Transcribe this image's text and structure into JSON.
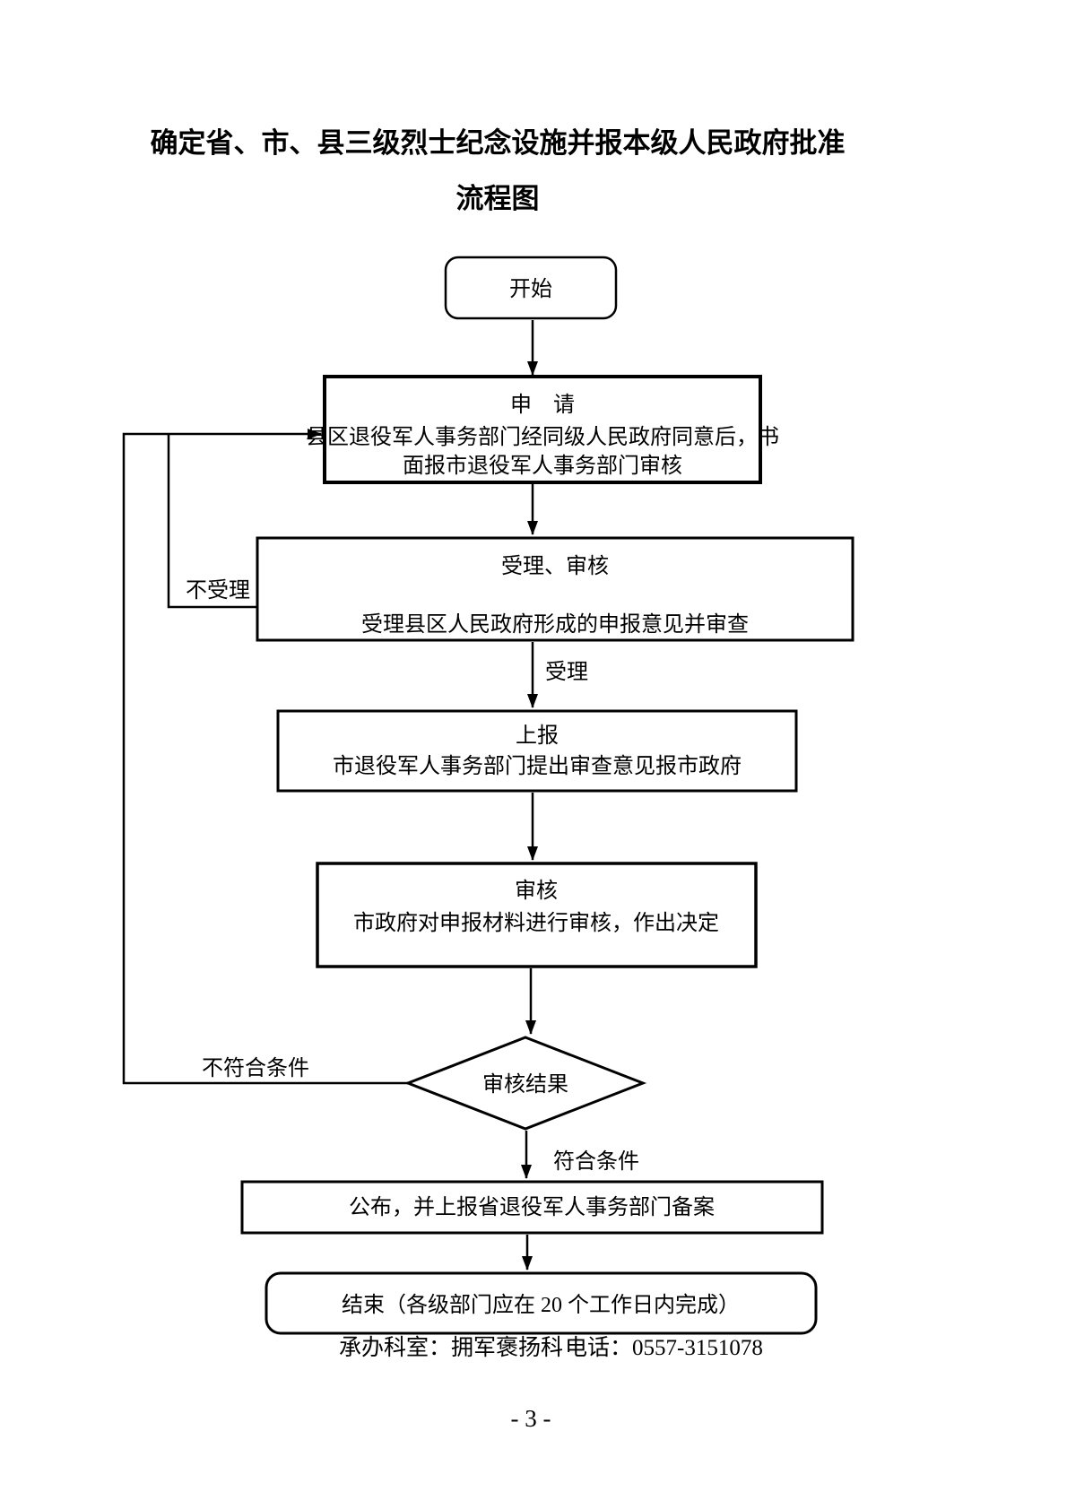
{
  "document": {
    "title_line1": "确定省、市、县三级烈士纪念设施并报本级人民政府批准",
    "title_line2": "流程图",
    "footer": {
      "department_label": "承办科室：拥军褒扬科",
      "phone_label": "电话：0557-3151078"
    },
    "page_number": "- 3 -",
    "colors": {
      "ink": "#000000",
      "background": "#ffffff"
    }
  },
  "flowchart": {
    "nodes": {
      "start": {
        "label": "开始"
      },
      "apply": {
        "title": "申　请",
        "line1": "县区退役军人事务部门经同级人民政府同意后，书",
        "line2": "面报市退役军人事务部门审核"
      },
      "accept_review": {
        "title": "受理、审核",
        "body": "受理县区人民政府形成的申报意见并审查"
      },
      "report": {
        "title": "上报",
        "body": "市退役军人事务部门提出审查意见报市政府"
      },
      "review": {
        "title": "审核",
        "body": "市政府对申报材料进行审核，作出决定"
      },
      "decision": {
        "label": "审核结果"
      },
      "publish": {
        "label": "公布，并上报省退役军人事务部门备案"
      },
      "end": {
        "label": "结束（各级部门应在 20 个工作日内完成）"
      }
    },
    "edge_labels": {
      "not_accepted": "不受理",
      "accepted": "受理",
      "not_qualified": "不符合条件",
      "qualified": "符合条件"
    }
  }
}
